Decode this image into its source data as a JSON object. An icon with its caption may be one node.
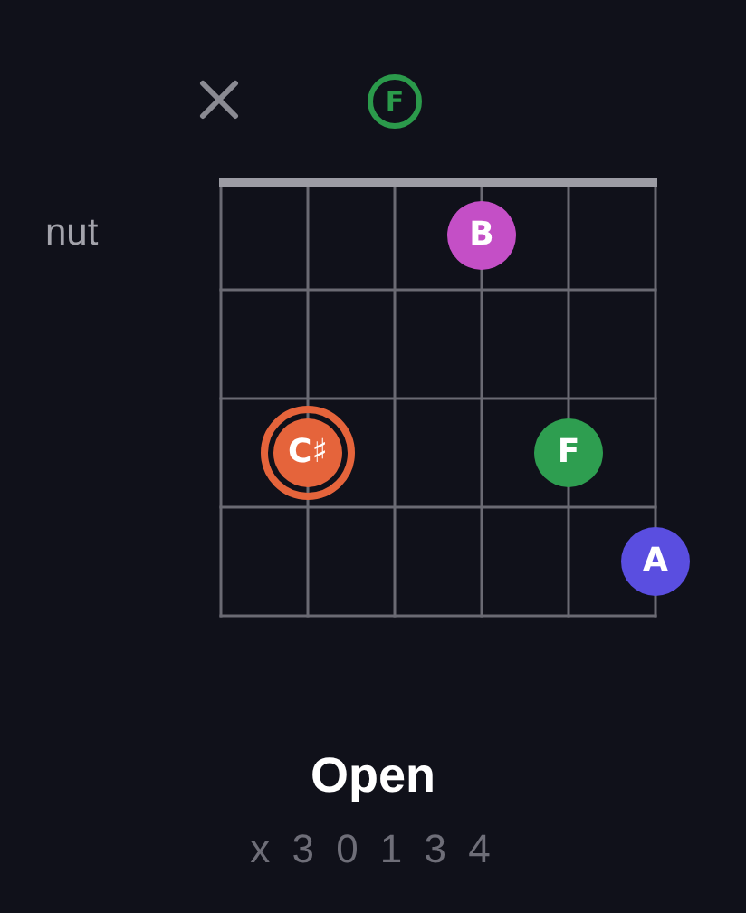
{
  "diagram": {
    "title": "Open",
    "nodes": [
      {
        "text": [],
        "shape": "cross"
      },
      {
        "text": [
          "F"
        ]
      },
      {
        "text": [
          "B"
        ]
      },
      {
        "text": [
          "C♯"
        ]
      },
      {
        "text": [
          "F"
        ]
      },
      {
        "text": [
          "A"
        ]
      }
    ],
    "labels": [
      "nut",
      "x 3 0 1 3 4"
    ]
  }
}
